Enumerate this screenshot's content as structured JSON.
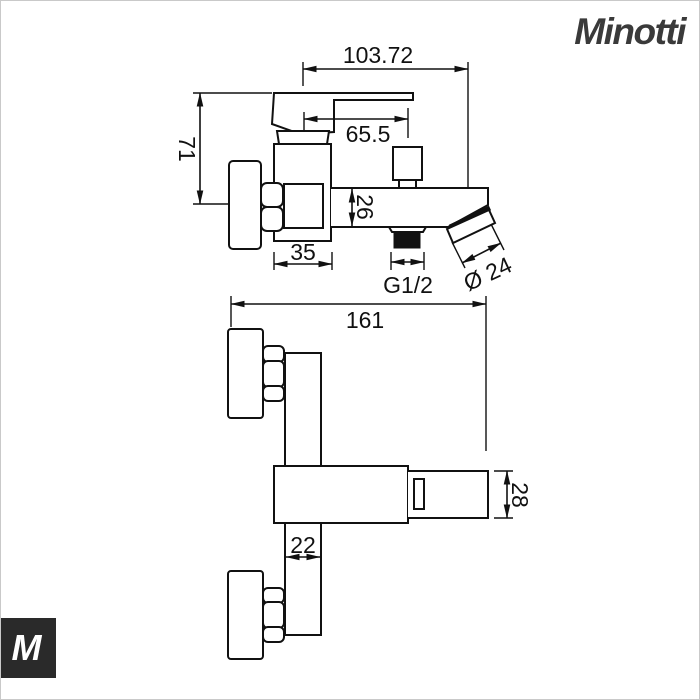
{
  "brand": {
    "name": "Minotti",
    "badge": "M"
  },
  "drawing": {
    "type": "faucet-technical-drawing",
    "views": {
      "side_view": "wall-mounted bath mixer, side profile",
      "front_view": "wall-mounted bath mixer, front profile"
    },
    "dimensions": {
      "total_length": "103.72",
      "handle_length": "65.5",
      "height": "71",
      "spout_height": "26",
      "body_width": "35",
      "thread_size": "G1/2",
      "aerator_diameter": "Ø 24",
      "total_width": "161",
      "spout_section": "28",
      "column_width": "22"
    }
  }
}
